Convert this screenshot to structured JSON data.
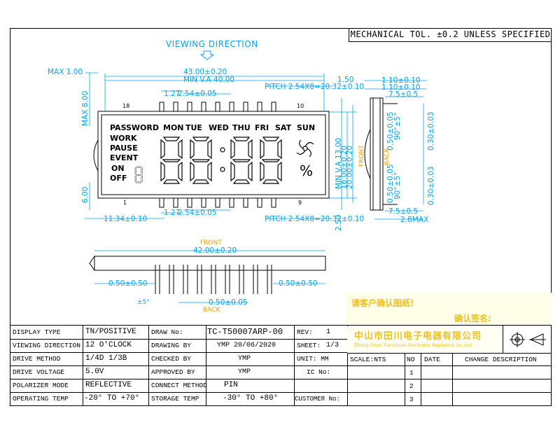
{
  "tolerance_note": "MECHANICAL TOL. ±0.2 UNLESS SPECIFIED",
  "viewing_direction": "VIEWING DIRECTION",
  "dims": {
    "max_100": "MAX 1.00",
    "width_43": "43.00±0.20",
    "min_va_40": "MIN V.A 40.00",
    "pitch_127a": "1.27",
    "pin_254a": "2.54±0.05",
    "pitch_top": "PITCH 2.54X8=20.32±0.10",
    "dim_150": "1.50",
    "max_800": "MAX 8.00",
    "dim_600": "6.00",
    "dim_1134": "11.34±0.10",
    "pitch_127b": "1.27",
    "pin_254b": "2.54±0.05",
    "pitch_bottom": "PITCH 2.54X8=20.32±0.10",
    "min_va_13": "MIN V.A 13.00",
    "h_16": "16.00±0.20",
    "h_20": "20.00±0.20",
    "dim_250": "2.50",
    "side_110a": "1.10±0.10",
    "side_110b": "1.10±0.10",
    "side_75a": "7.5±0.5",
    "side_90a": "90°±5°",
    "side_050a": "0.50±0.05",
    "side_050b": "0.50±0.05",
    "side_90b": "90°±5°",
    "side_030a": "0.30±0.03",
    "side_030b": "0.30±0.03",
    "side_75b": "7.5±0.5",
    "side_28": "2.8MAX",
    "front_label_side": "FRONT",
    "back_label_side": "BACK",
    "front_label_bottom": "FRONT",
    "bottom_42": "42.00±0.20",
    "bottom_050l": "0.50±0.50",
    "bottom_050r": "0.50±0.50",
    "bottom_5deg": "±5°",
    "bottom_pin": "0.50±0.05",
    "back_label_bottom": "BACK"
  },
  "lcd": {
    "pin18": "18",
    "pin10": "10",
    "pin1": "1",
    "pin9": "9",
    "days": [
      "PASSWORD",
      "MON",
      "TUE",
      "WED",
      "THU",
      "FRI",
      "SAT",
      "SUN"
    ],
    "modes": [
      "WORK",
      "PAUSE",
      "EVENT",
      "ON",
      "OFF"
    ],
    "digits": "88:88",
    "small_digit": "8",
    "percent": "%"
  },
  "confirm": {
    "line1": "请客户确认图纸!",
    "line2": "确认签名:"
  },
  "company": {
    "name_cn": "中山市田川电子电器有限公司",
    "name_en": "Zhong Shan Tianchuan Electronic Appliance Co.,Ltd."
  },
  "title_block": {
    "display_type_label": "DISPLAY TYPE",
    "display_type_value": "TN/POSITIVE",
    "viewing_dir_label": "VIEWING DIRECTION",
    "viewing_dir_value": "12 O'CLOCK",
    "drive_method_label": "DRIVE METHOD",
    "drive_method_value": "1/4D  1/3B",
    "drive_voltage_label": "DRIVE VOLTAGE",
    "drive_voltage_value": "5.0V",
    "polarizer_label": "POLARIZER MODE",
    "polarizer_value": "REFLECTIVE",
    "op_temp_label": "OPERATING TEMP",
    "op_temp_value": "-20°  TO  +70°",
    "draw_no_label": "DRAW No:",
    "draw_no_value": "TC-T50007ARP-00",
    "drawing_by_label": "DRAWING BY",
    "drawing_by_value": "YMP   20/06/2020",
    "checked_by_label": "CHECKED BY",
    "checked_by_value": "YMP",
    "approved_by_label": "APPROVED BY",
    "approved_by_value": "YMP",
    "connect_label": "CONNECT METHOD",
    "connect_value": "PIN",
    "storage_label": "STORAGE TEMP",
    "storage_value": "-30°  TO  +80°",
    "rev_label": "REV:",
    "rev_value": "1",
    "sheet_label": "SHEET:",
    "sheet_value": "1/3",
    "unit_label": "UNIT: MM",
    "ic_label": "IC  No:",
    "customer_label": "CUSTOMER No:",
    "scale_label": "SCALE:NTS",
    "no_label": "NO",
    "date_label": "DATE",
    "change_label": "CHANGE DESCRIPTION",
    "rows": [
      "1",
      "2",
      "3"
    ]
  }
}
